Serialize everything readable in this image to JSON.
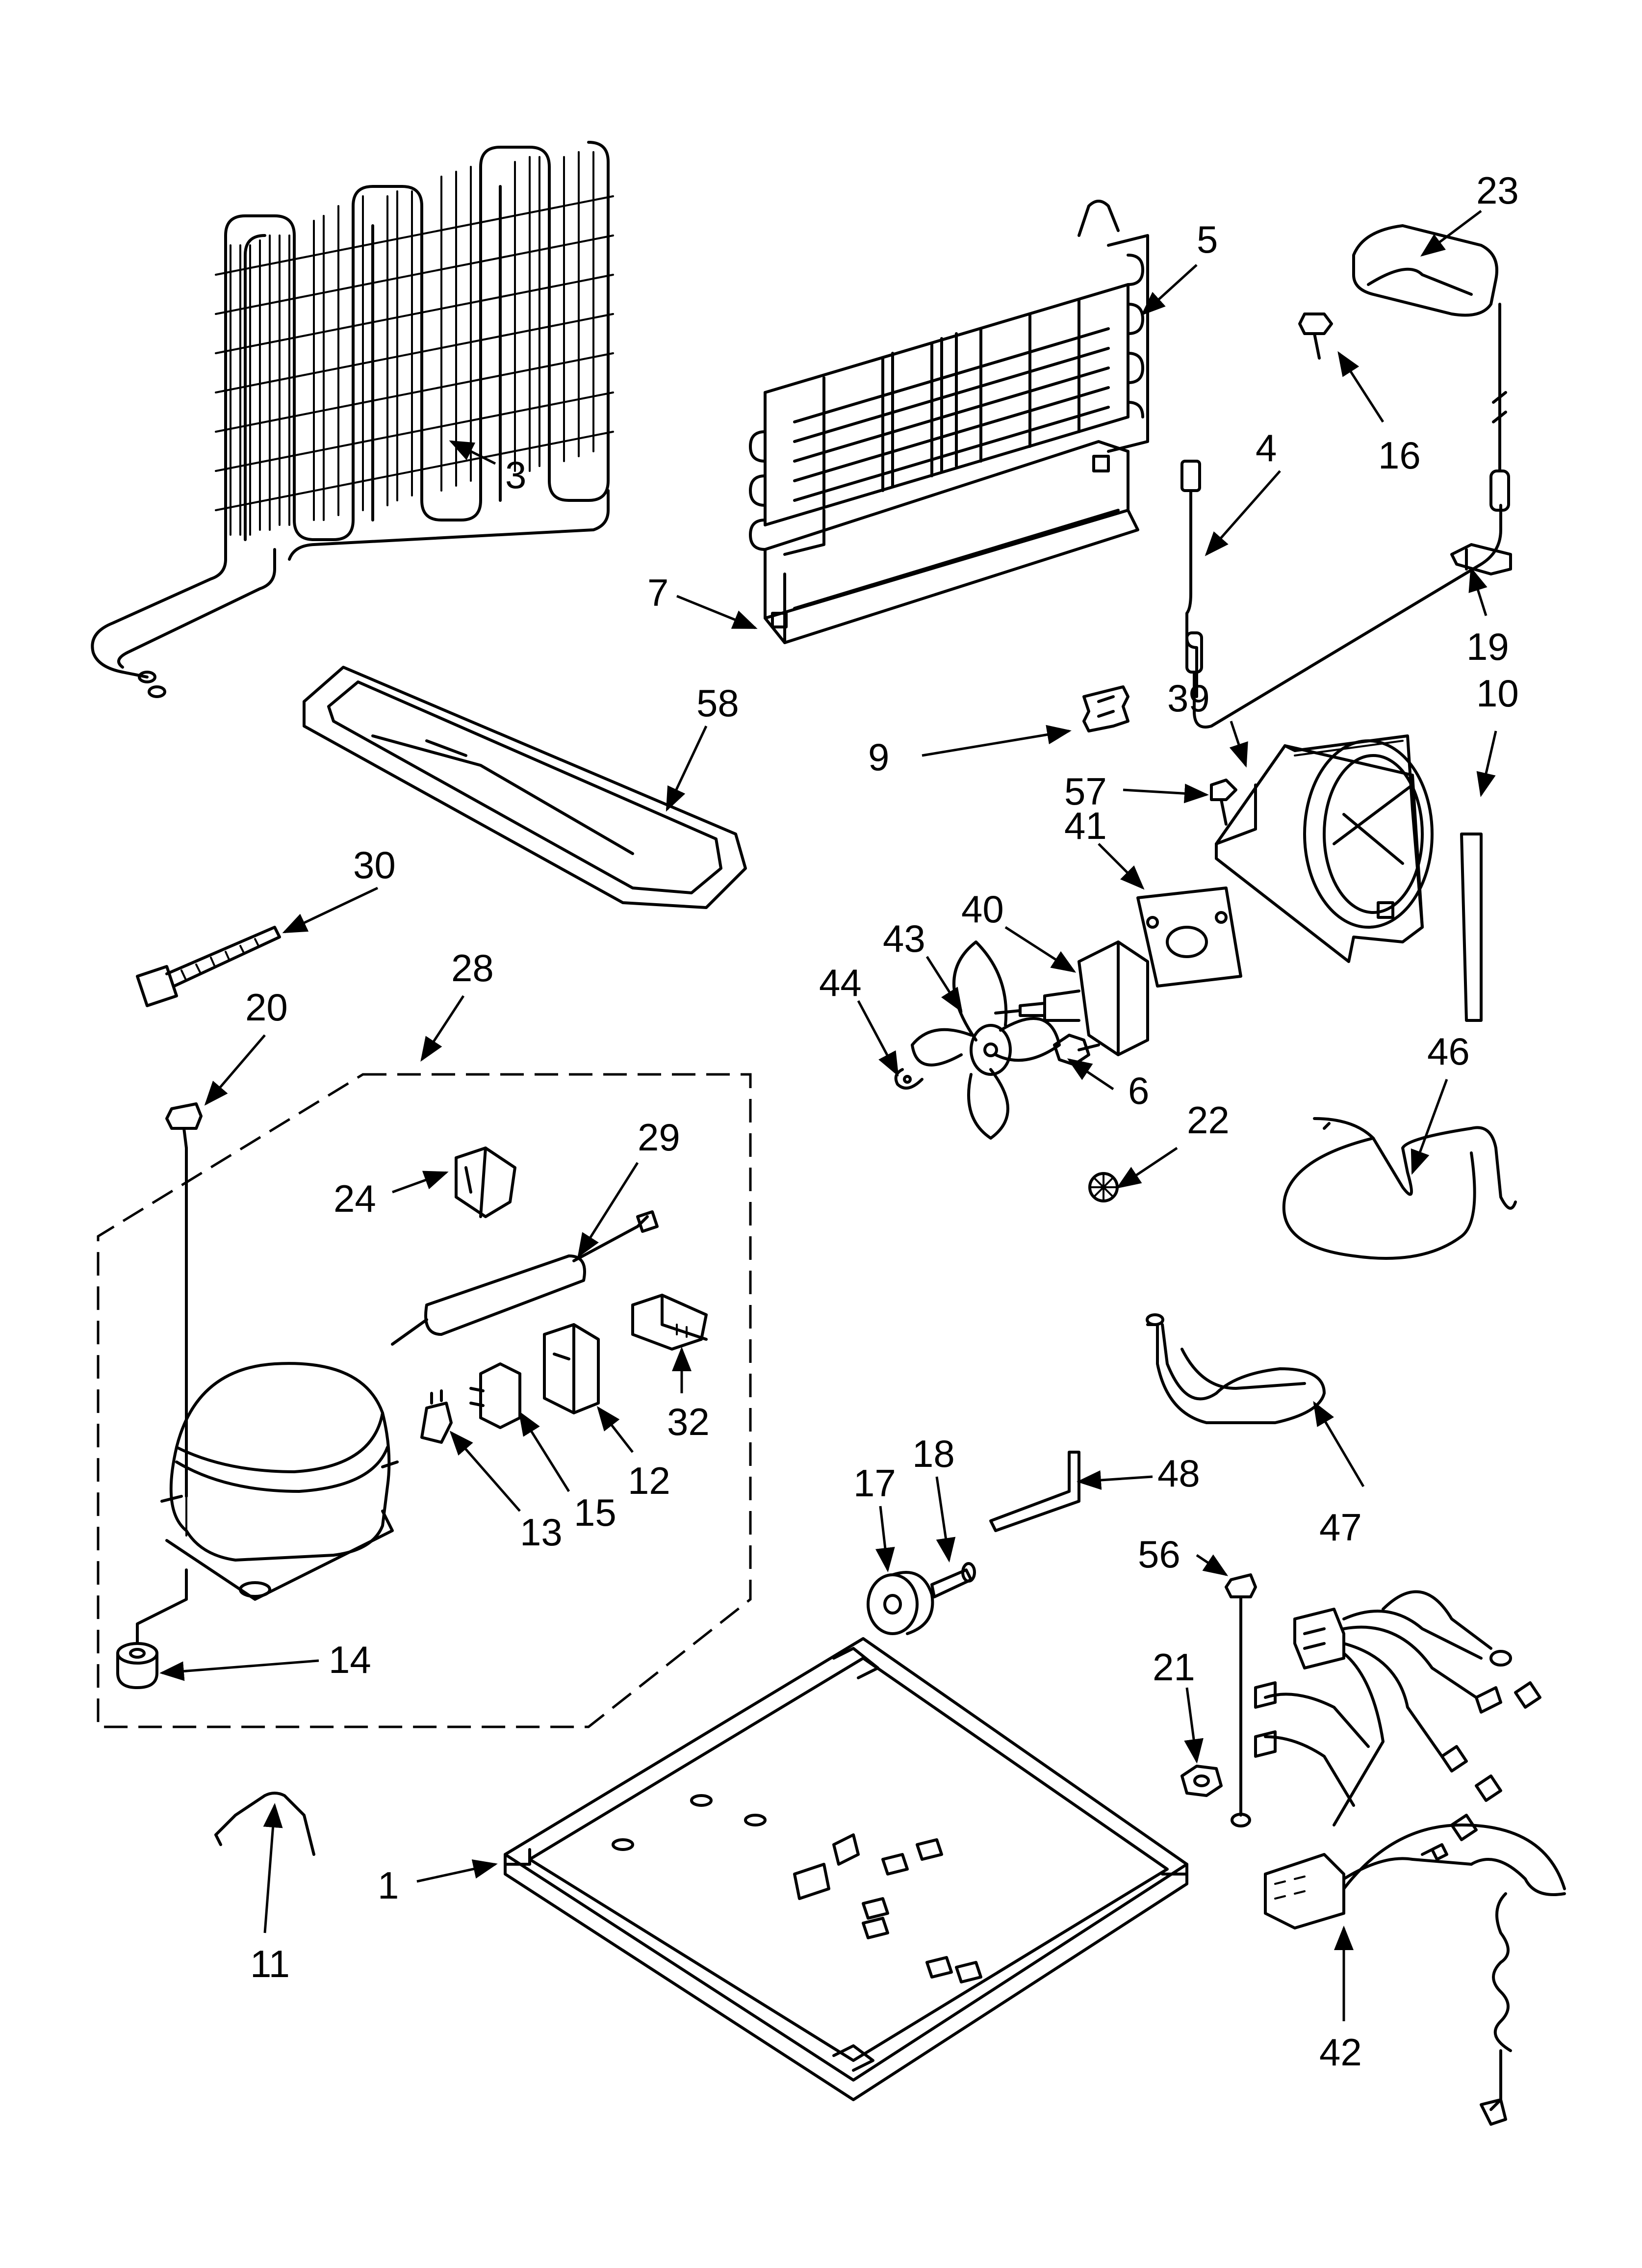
{
  "callouts": {
    "c1": "1",
    "c3": "3",
    "c4": "4",
    "c5": "5",
    "c6": "6",
    "c7": "7",
    "c9": "9",
    "c10": "10",
    "c11": "11",
    "c12": "12",
    "c13": "13",
    "c14": "14",
    "c15": "15",
    "c16": "16",
    "c17": "17",
    "c18": "18",
    "c19": "19",
    "c20": "20",
    "c21": "21",
    "c22": "22",
    "c23": "23",
    "c24": "24",
    "c28": "28",
    "c29": "29",
    "c30": "30",
    "c32": "32",
    "c39": "39",
    "c40": "40",
    "c41": "41",
    "c42": "42",
    "c43": "43",
    "c44": "44",
    "c46": "46",
    "c47": "47",
    "c48": "48",
    "c56": "56",
    "c57": "57",
    "c58": "58"
  }
}
